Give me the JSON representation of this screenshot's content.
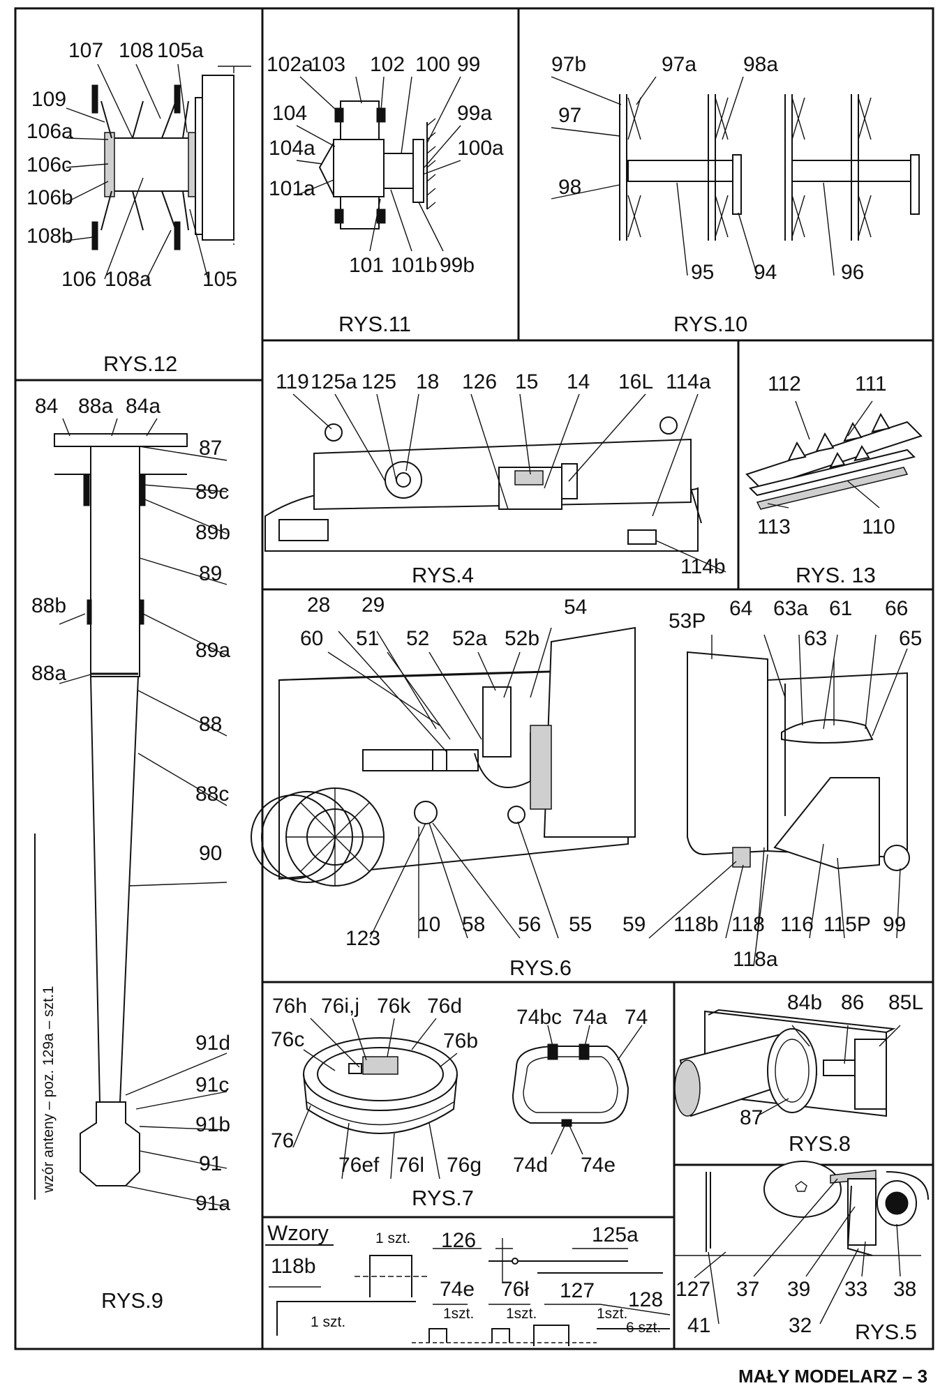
{
  "footer": "MAŁY MODELARZ – 3",
  "figures": [
    {
      "caption": "RYS.12",
      "labels": [
        "107",
        "108",
        "105a",
        "109",
        "106a",
        "106c",
        "106b",
        "108b",
        "106",
        "108a",
        "105"
      ]
    },
    {
      "caption": "RYS.11",
      "labels": [
        "102a",
        "103",
        "102",
        "100",
        "99",
        "104",
        "99a",
        "104a",
        "100a",
        "101a",
        "101",
        "101b",
        "99b"
      ]
    },
    {
      "caption": "RYS.10",
      "labels": [
        "97b",
        "97a",
        "98a",
        "97",
        "98",
        "95",
        "94",
        "96"
      ]
    },
    {
      "caption": "RYS.9",
      "labels": [
        "84",
        "88a",
        "84a",
        "87",
        "89c",
        "89b",
        "89",
        "88b",
        "89a",
        "88a",
        "88",
        "88c",
        "90",
        "91d",
        "91c",
        "91b",
        "91",
        "91a"
      ],
      "vertical_note": "wzór anteny – poz. 129a – szt.1"
    },
    {
      "caption": "RYS.4",
      "labels": [
        "119",
        "125a",
        "125",
        "18",
        "126",
        "15",
        "14",
        "16L",
        "114a",
        "114b"
      ]
    },
    {
      "caption": "RYS. 13",
      "labels": [
        "112",
        "111",
        "113",
        "110"
      ]
    },
    {
      "caption": "RYS.6",
      "labels": [
        "28",
        "29",
        "54",
        "60",
        "51",
        "52",
        "52a",
        "52b",
        "53P",
        "64",
        "63a",
        "61",
        "66",
        "63",
        "65",
        "123",
        "10",
        "58",
        "56",
        "55",
        "59",
        "118b",
        "118",
        "116",
        "115P",
        "99",
        "118a"
      ]
    },
    {
      "caption": "RYS.7",
      "labels": [
        "76h",
        "76i,j",
        "76k",
        "76d",
        "76c",
        "76b",
        "76",
        "76ef",
        "76l",
        "76g",
        "74bc",
        "74a",
        "74",
        "74d",
        "74e"
      ]
    },
    {
      "caption": "RYS.8",
      "labels": [
        "84b",
        "86",
        "85L",
        "87"
      ]
    },
    {
      "caption": "RYS.5",
      "labels": [
        "127",
        "37",
        "39",
        "33",
        "38",
        "41",
        "32"
      ]
    }
  ],
  "patterns": {
    "title": "Wzory",
    "items": [
      {
        "num": "126",
        "qty": "1 szt."
      },
      {
        "num": "125a",
        "qty": ""
      },
      {
        "num": "118b",
        "qty": "1 szt."
      },
      {
        "num": "74e",
        "qty": "1szt."
      },
      {
        "num": "76ł",
        "qty": "1szt."
      },
      {
        "num": "127",
        "qty": "1szt."
      },
      {
        "num": "128",
        "qty": "6 szt."
      }
    ]
  }
}
